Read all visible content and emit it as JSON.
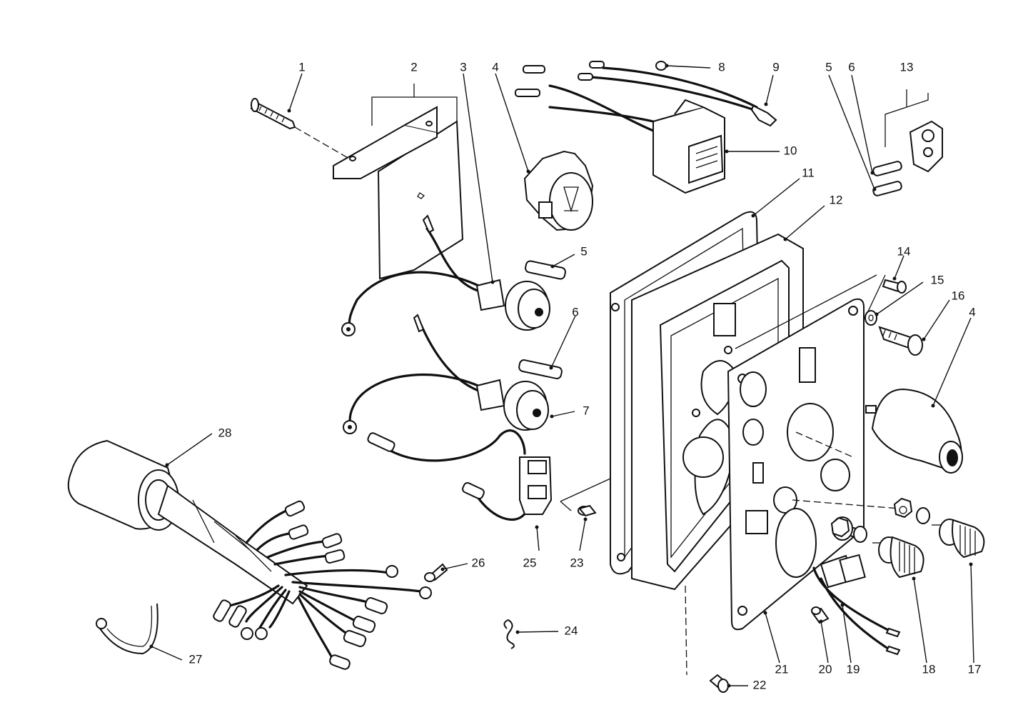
{
  "diagram": {
    "callouts": [
      {
        "id": "c1",
        "text": "1"
      },
      {
        "id": "c2",
        "text": "2"
      },
      {
        "id": "c3",
        "text": "3"
      },
      {
        "id": "c4a",
        "text": "4"
      },
      {
        "id": "c8",
        "text": "8"
      },
      {
        "id": "c9",
        "text": "9"
      },
      {
        "id": "c5a",
        "text": "5"
      },
      {
        "id": "c6a",
        "text": "6"
      },
      {
        "id": "c13",
        "text": "13"
      },
      {
        "id": "c10",
        "text": "10"
      },
      {
        "id": "c11",
        "text": "11"
      },
      {
        "id": "c12",
        "text": "12"
      },
      {
        "id": "c5b",
        "text": "5"
      },
      {
        "id": "c14",
        "text": "14"
      },
      {
        "id": "c15",
        "text": "15"
      },
      {
        "id": "c16",
        "text": "16"
      },
      {
        "id": "c4b",
        "text": "4"
      },
      {
        "id": "c6b",
        "text": "6"
      },
      {
        "id": "c7",
        "text": "7"
      },
      {
        "id": "c28",
        "text": "28"
      },
      {
        "id": "c26",
        "text": "26"
      },
      {
        "id": "c25",
        "text": "25"
      },
      {
        "id": "c23",
        "text": "23"
      },
      {
        "id": "c24",
        "text": "24"
      },
      {
        "id": "c27",
        "text": "27"
      },
      {
        "id": "c21",
        "text": "21"
      },
      {
        "id": "c20",
        "text": "20"
      },
      {
        "id": "c19",
        "text": "19"
      },
      {
        "id": "c18",
        "text": "18"
      },
      {
        "id": "c17",
        "text": "17"
      },
      {
        "id": "c22",
        "text": "22"
      }
    ]
  }
}
